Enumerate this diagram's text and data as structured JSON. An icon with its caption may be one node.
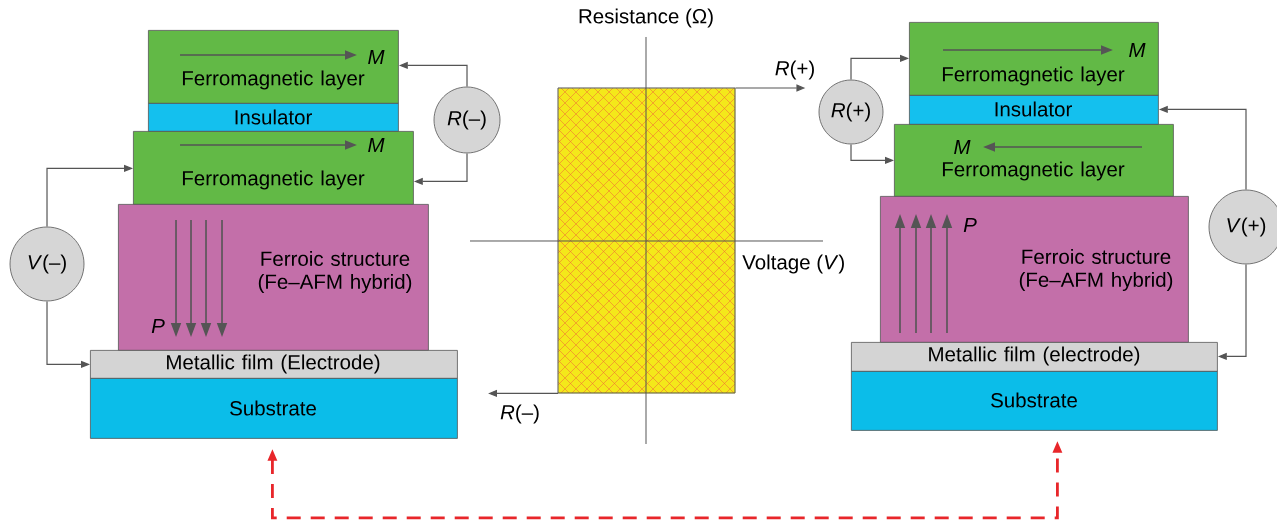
{
  "diagram": {
    "nodes": [
      {
        "text": [
          "Ferromagnetic layer"
        ]
      },
      {
        "text": [
          "Insulator"
        ]
      },
      {
        "text": [
          "Ferromagnetic layer"
        ]
      },
      {
        "text": [
          "Ferroic structure (Fe–AFM hybrid)"
        ]
      },
      {
        "text": [
          "Metallic film (Electrode)"
        ]
      },
      {
        "text": [
          "Substrate"
        ]
      },
      {
        "text": [
          "*R*(–)"
        ]
      },
      {
        "text": [
          "*V*(–)"
        ]
      },
      {
        "text": [
          "Ferromagnetic layer"
        ]
      },
      {
        "text": [
          "Insulator"
        ]
      },
      {
        "text": [
          "Ferromagnetic layer"
        ]
      },
      {
        "text": [
          "Ferroic structure (Fe–AFM hybrid)"
        ]
      },
      {
        "text": [
          "Metallic film (electrode)"
        ]
      },
      {
        "text": [
          "Substrate"
        ]
      },
      {
        "text": [
          "*R*(+)"
        ]
      },
      {
        "text": [
          "*V*(+)"
        ]
      },
      {
        "text": [],
        "shape": "box"
      }
    ],
    "edges": [
      {
        "from": 6,
        "to": 0,
        "arrow": "to"
      },
      {
        "from": 6,
        "to": 2,
        "arrow": "to"
      },
      {
        "from": 7,
        "to": 2,
        "arrow": "to"
      },
      {
        "from": 7,
        "to": 4,
        "arrow": "to"
      },
      {
        "from": 14,
        "to": 8,
        "arrow": "to"
      },
      {
        "from": 14,
        "to": 10,
        "arrow": "to"
      },
      {
        "from": 15,
        "to": 9,
        "arrow": "to"
      },
      {
        "from": 15,
        "to": 12,
        "arrow": "to"
      },
      {
        "from": 16,
        "to": null,
        "arrow": "to",
        "label": "*R*(+)"
      },
      {
        "from": 16,
        "to": null,
        "arrow": "to",
        "label": "*R*(–)"
      },
      {
        "from": 5,
        "to": 13,
        "arrow": "both",
        "style": "dashed",
        "color": "#e8262a"
      }
    ],
    "labels": [
      "M",
      "M",
      "Resistance (Ω)",
      "M",
      "M",
      "P",
      "P",
      "Voltage (*V*)"
    ]
  }
}
